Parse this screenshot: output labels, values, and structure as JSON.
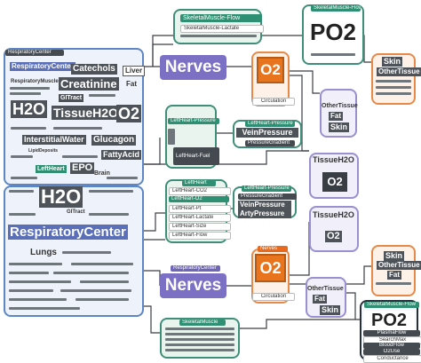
{
  "colors": {
    "blue_frame": "#5d86c4",
    "green_frame": "#3f8f78",
    "lavender_frame": "#9a8fd0",
    "orange_frame": "#e8894a",
    "nerves_fill": "#7b70c4",
    "o2_fill": "#e8741e",
    "dark_tag": "#444a50"
  },
  "top": {
    "cloud": {
      "respiratory_center": "RespiratoryCenter",
      "catechols": "Catechols",
      "liver": "Liver",
      "creatinine": "Creatinine",
      "respiratory_muscle": "RespiratoryMuscle",
      "gi_tract": "GITract",
      "fat": "Fat",
      "h2o": "H2O",
      "tissue_h2o": "TissueH2O",
      "o2": "O2",
      "interstitial_water": "InterstitialWater",
      "glucagon": "Glucagon",
      "lipid_deposits": "LipidDeposits",
      "fatty_acid": "FattyAcid",
      "left_heart_epo": "LeftHeart",
      "epo": "EPO",
      "brain": "Brain"
    },
    "nerves": "Nerves",
    "o2_center": "O2",
    "circulation": "Circulation",
    "skeletal_flow": {
      "title": "SkeletalMuscle-Flow",
      "lactate": "SkeletalMuscle-Lactate"
    },
    "po2_tag": "SkeletalMuscle-Flow",
    "po2": "PO2",
    "skin_group": {
      "skin": "Skin",
      "other_tissue": "OtherTissue"
    },
    "other_tissue_group": {
      "other_tissue": "OtherTissue",
      "fat": "Fat",
      "skin": "Skin"
    },
    "left_heart": {
      "pressure": "LeftHeart-Pressure",
      "fuel": "LeftHeart-Fuel"
    },
    "vein_group": {
      "tag": "LeftHeart-Pressure",
      "vein_pressure": "VeinPressure",
      "pressure_gradient": "PressureGradient"
    },
    "tissue_h2o": "TissueH2O",
    "o2_right": "O2"
  },
  "bottom": {
    "cloud": {
      "h2o": "H2O",
      "respiratory_center": "RespiratoryCenter",
      "lungs": "Lungs",
      "gi_tract": "GITract"
    },
    "nerves_tag": "RespiratoryCenter",
    "nerves": "Nerves",
    "o2_tag": "Nerves",
    "o2_center": "O2",
    "circulation": "Circulation",
    "left_heart": {
      "tag": "LeftHeart",
      "items": [
        "LeftHeart-CO2",
        "LeftHeart-O2",
        "LeftHeart-Pt",
        "LeftHeart-Lactate",
        "LeftHeart-Size",
        "LeftHeart-Flow"
      ]
    },
    "pressure_group": {
      "tag": "LeftHeart-Pressure",
      "items": [
        "PressureGradient",
        "VeinPressure",
        "ArtyPressure"
      ]
    },
    "tissue_h2o": "TissueH2O",
    "o2_right": "O2",
    "skin_group": {
      "skin": "Skin",
      "other_tissue": "OtherTissue",
      "fat": "Fat"
    },
    "other_tissue_group": {
      "other_tissue": "OtherTissue",
      "fat": "Fat",
      "skin": "Skin"
    },
    "plasma": {
      "tag": "SkeletalMuscle-Flow",
      "po2": "PO2",
      "plasma_flow": "PlasmaFlow",
      "search_max": "SearchMax",
      "blood_flow": "BloodFlow",
      "o2_use": "O2Use",
      "conductance": "Conductance"
    },
    "skeletal_tag": "SkeletalMuscle"
  }
}
